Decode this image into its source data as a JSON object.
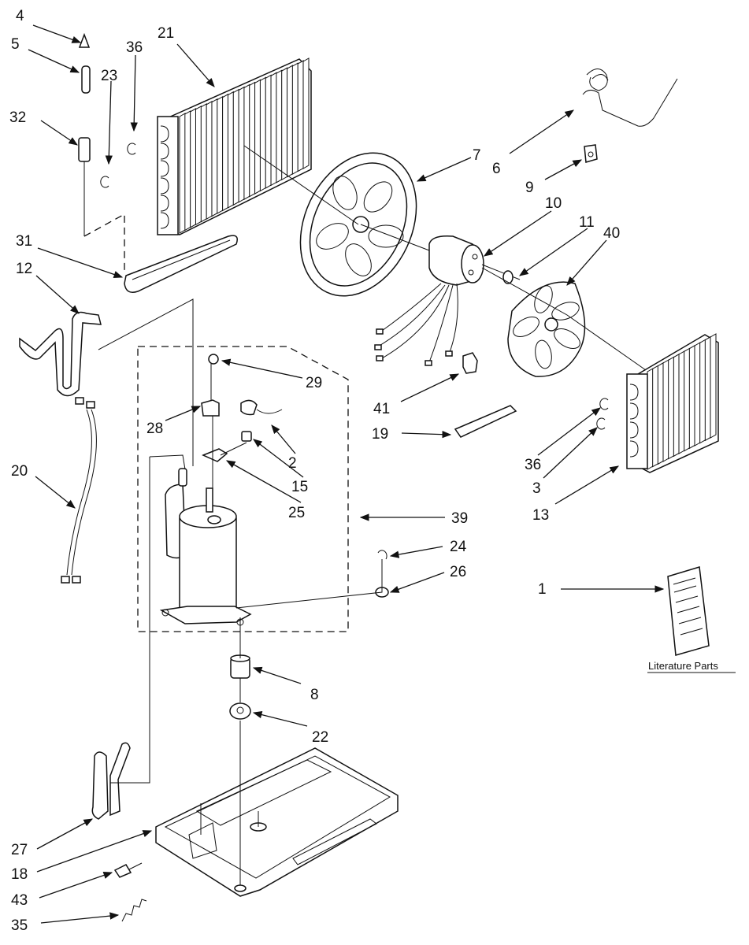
{
  "callouts": {
    "c1": "1",
    "c2": "2",
    "c3": "3",
    "c4": "4",
    "c5": "5",
    "c6": "6",
    "c7": "7",
    "c8": "8",
    "c9": "9",
    "c10": "10",
    "c11": "11",
    "c12": "12",
    "c13": "13",
    "c15": "15",
    "c18": "18",
    "c19": "19",
    "c20": "20",
    "c21": "21",
    "c22": "22",
    "c23": "23",
    "c24": "24",
    "c25": "25",
    "c26": "26",
    "c27": "27",
    "c28": "28",
    "c29": "29",
    "c31": "31",
    "c32": "32",
    "c35": "35",
    "c36a": "36",
    "c36b": "36",
    "c39": "39",
    "c40": "40",
    "c41": "41",
    "c43": "43"
  },
  "literature_parts_label": "Literature Parts",
  "colors": {
    "ink": "#111111",
    "paper": "#ffffff"
  }
}
